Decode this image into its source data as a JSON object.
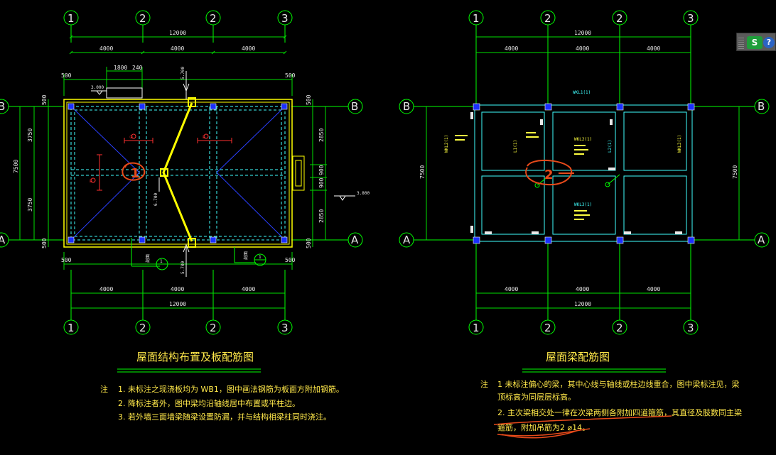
{
  "axes": {
    "vertical": [
      "1",
      "2",
      "2",
      "3"
    ],
    "horizontal": [
      "B",
      "A"
    ]
  },
  "left_plan": {
    "title": "屋面结构布置及板配筋图",
    "dims_top_total": "12000",
    "dims_top_bays": [
      "4000",
      "4000",
      "4000"
    ],
    "dim_1800": "1800",
    "dim_240": "240",
    "dims_500": "500",
    "dims_bottom_total": "12000",
    "dims_bottom_bays": [
      "4000",
      "4000",
      "4000"
    ],
    "dims_left": [
      "3750",
      "7500",
      "3750"
    ],
    "dims_right": [
      "2850",
      "900",
      "900",
      "2850"
    ],
    "level_top": "3.000",
    "level_right": "3.800",
    "level_slope": "5.700",
    "slope_label": "6.700",
    "section_label": "剖面",
    "section_num": "1",
    "region_label": "①",
    "notes_marker": "注",
    "notes": [
      "1. 未标注之现浇板均为 WB1，图中画法钢筋为板面方附加钢筋。",
      "2. 降标注者外，图中梁均沿轴线居中布置或平柱边。",
      "3. 若外墙三面墙梁随梁设置防漏，并与结构相梁柱同时浇注。"
    ],
    "annotation": "1"
  },
  "right_plan": {
    "title": "屋面梁配筋图",
    "dims_top_total": "12000",
    "dims_top_bays": [
      "4000",
      "4000",
      "4000"
    ],
    "dims_bottom_total": "12000",
    "dims_bottom_bays": [
      "4000",
      "4000",
      "4000"
    ],
    "dim_left": "7500",
    "dim_right": "7500",
    "notes_marker": "注",
    "notes": [
      "1  未标注偏心的梁，其中心线与轴线或柱边线重合，图中梁标注见，梁",
      "   顶标高为同层层标高。",
      "2. 主次梁相交处一律在次梁两侧各附加四道箍筋，其直径及肢数同主梁",
      "   箍筋，附加吊筋为2 ⌀14。"
    ],
    "annotation": "2",
    "beam_labels": [
      "WKL1(1)",
      "WKL2(1)",
      "WKL3(1)",
      "L1(1)",
      "L2(1)"
    ]
  },
  "toolbar": {
    "s_label": "S",
    "help_label": "?"
  },
  "colors": {
    "background": "#000000",
    "dimension": "#00e000",
    "grid": "#00ff00",
    "column": "#1a2fff",
    "beam": "#40ffff",
    "yellow": "#ffff00",
    "red": "#ff3030",
    "annotation": "#e84a1a",
    "text": "#e8e8e8"
  }
}
